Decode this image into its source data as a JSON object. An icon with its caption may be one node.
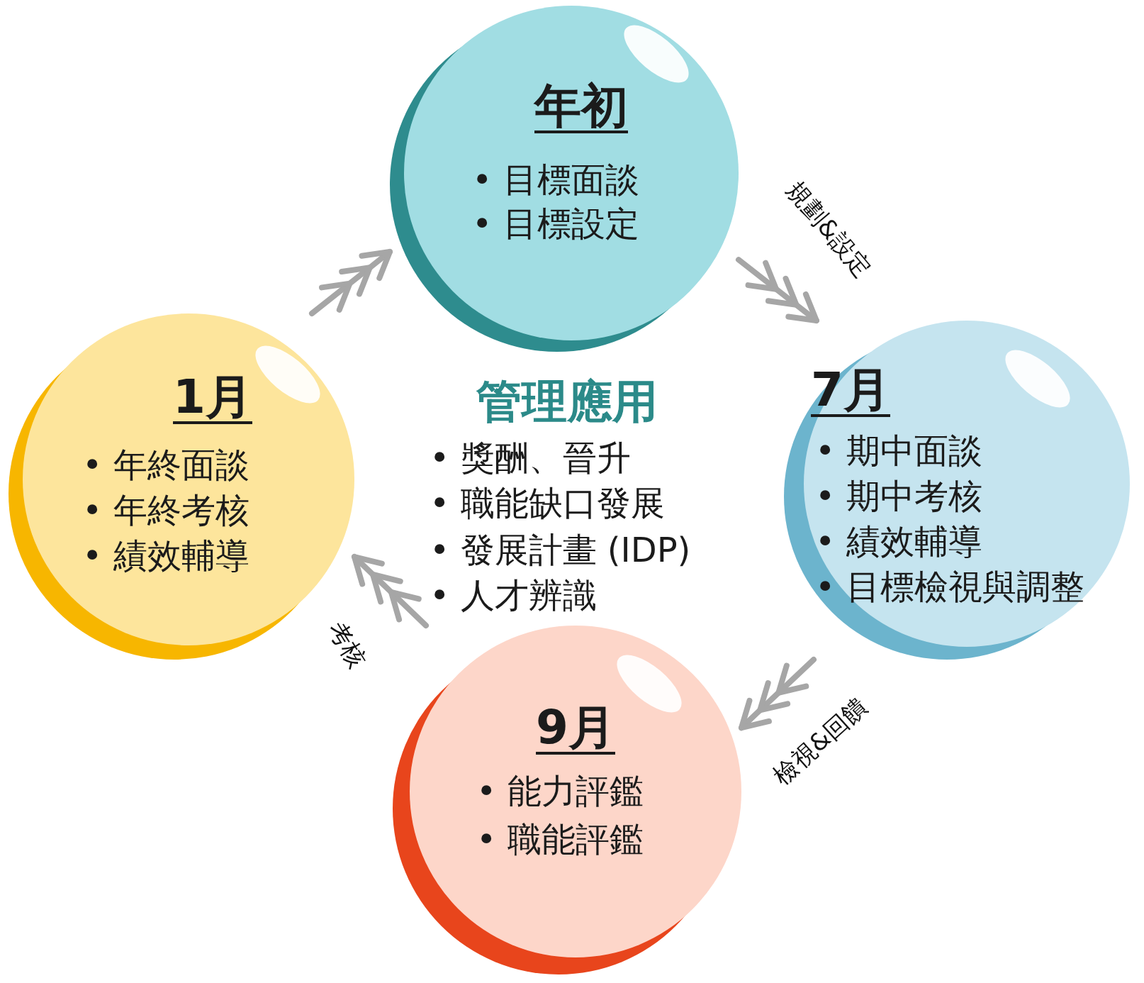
{
  "diagram": {
    "nodes": [
      {
        "text": [
          "年初",
          "• 目標面談",
          "• 目標設定"
        ]
      },
      {
        "text": [
          "1月",
          "• 年終面談",
          "• 年終考核",
          "• 績效輔導"
        ]
      },
      {
        "text": [
          "7月",
          "• 期中面談",
          "• 期中考核",
          "• 績效輔導",
          "• 目標檢視與調整"
        ]
      },
      {
        "text": [
          "9月",
          "• 能力評鑑",
          "• 職能評鑑"
        ]
      }
    ],
    "edges": [
      {
        "from": 1,
        "to": 0,
        "arrow": "to"
      },
      {
        "from": 0,
        "to": 2,
        "label": "規劃&設定",
        "arrow": "to"
      },
      {
        "from": 2,
        "to": 3,
        "label": "檢視&回饋",
        "arrow": "to"
      },
      {
        "from": 3,
        "to": 1,
        "label": "考核",
        "arrow": "to"
      }
    ],
    "labels": [
      "管理應用",
      "• 獎酬、晉升",
      "• 職能缺口發展",
      "• 發展計畫 (IDP)",
      "• 人才辨識"
    ]
  }
}
